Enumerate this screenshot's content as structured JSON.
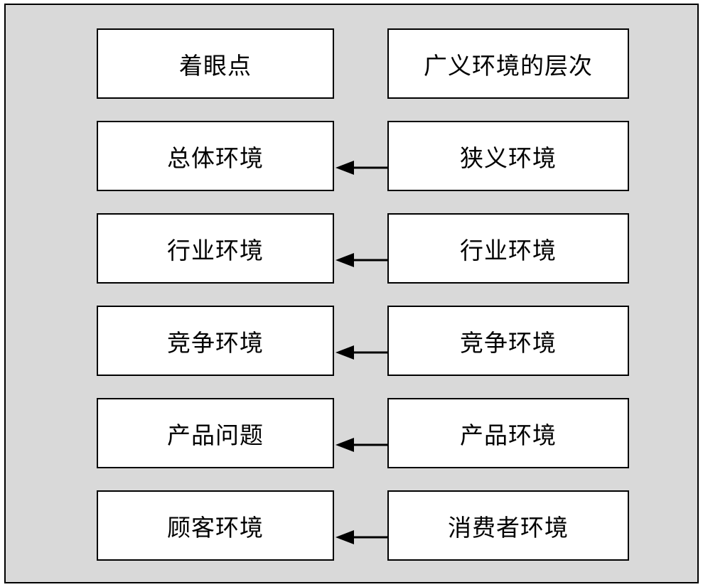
{
  "header": {
    "left": "着眼点",
    "right": "广义环境的层次"
  },
  "rows": [
    {
      "left": "总体环境",
      "right": "狭义环境"
    },
    {
      "left": "行业环境",
      "right": "行业环境"
    },
    {
      "left": "竞争环境",
      "right": "竞争环境"
    },
    {
      "left": "产品问题",
      "right": "产品环境"
    },
    {
      "left": "顾客环境",
      "right": "消费者环境"
    }
  ],
  "colors": {
    "background": "#d9d9d9",
    "box_fill": "#ffffff",
    "border": "#000000",
    "arrow": "#000000"
  },
  "connector": {
    "direction": "right-to-left",
    "icon": "arrow-left-icon"
  }
}
